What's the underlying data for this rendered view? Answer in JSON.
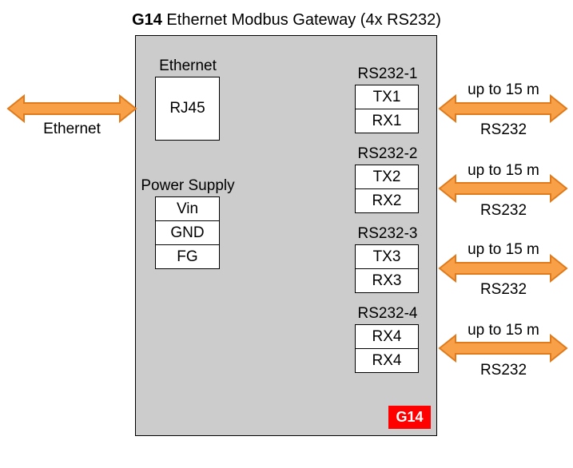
{
  "title": {
    "bold": "G14",
    "rest": " Ethernet Modbus Gateway (4x RS232)"
  },
  "ethernet_block": {
    "heading": "Ethernet",
    "connector": "RJ45"
  },
  "ethernet_link": {
    "label": "Ethernet"
  },
  "power_supply": {
    "heading": "Power Supply",
    "pins": [
      "Vin",
      "GND",
      "FG"
    ]
  },
  "ports": [
    {
      "name": "RS232-1",
      "pins": [
        "TX1",
        "RX1"
      ],
      "distance": "up to 15 m",
      "protocol": "RS232"
    },
    {
      "name": "RS232-2",
      "pins": [
        "TX2",
        "RX2"
      ],
      "distance": "up to 15 m",
      "protocol": "RS232"
    },
    {
      "name": "RS232-3",
      "pins": [
        "TX3",
        "RX3"
      ],
      "distance": "up to 15 m",
      "protocol": "RS232"
    },
    {
      "name": "RS232-4",
      "pins": [
        "RX4",
        "RX4"
      ],
      "distance": "up to 15 m",
      "protocol": "RS232"
    }
  ],
  "badge": {
    "text": "G14"
  },
  "colors": {
    "arrow_fill": "#f7a047",
    "arrow_stroke": "#e07a1a",
    "device_bg": "#cccccc",
    "badge_bg": "#ff0000"
  }
}
